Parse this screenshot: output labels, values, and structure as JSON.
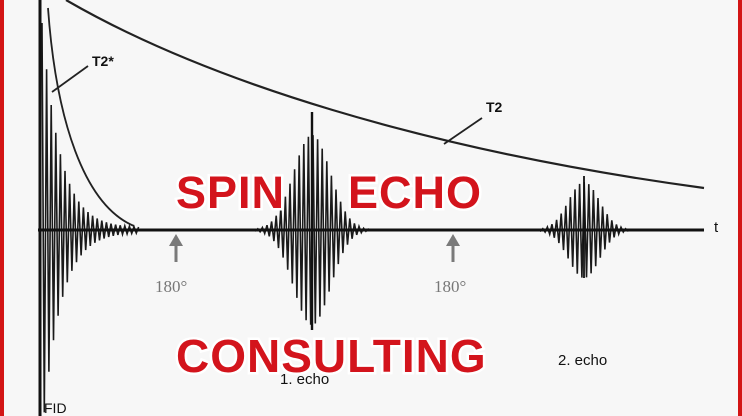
{
  "labels": {
    "t2_star": "T2*",
    "t2": "T2",
    "t_axis": "t",
    "pulse_1": "180°",
    "pulse_2": "180°",
    "echo_1": "1. echo",
    "echo_2": "2. echo",
    "fid": "FID"
  },
  "brand": {
    "line1_word1": "SPIN",
    "line1_word2": "ECHO",
    "line2": "CONSULTING"
  },
  "colors": {
    "brand_red": "#d3141c",
    "frame_red": "#d31515",
    "signal": "#1a1a1a",
    "arrow_grey": "#7a7a7a"
  }
}
